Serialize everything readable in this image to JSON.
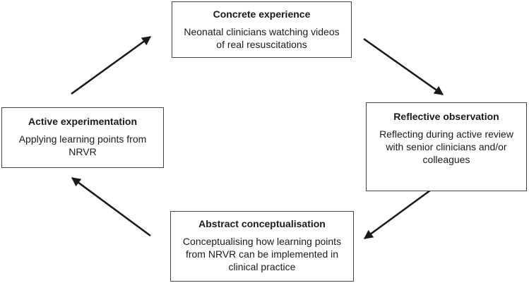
{
  "stages": {
    "concrete": {
      "title": "Concrete experience",
      "lines": [
        "Neonatal clinicians watching videos",
        "of real resuscitations"
      ]
    },
    "reflective": {
      "title": "Reflective observation",
      "lines": [
        "Reflecting during active review",
        "with senior clinicians and/or",
        "colleagues"
      ]
    },
    "abstract": {
      "title": "Abstract conceptualisation",
      "lines": [
        "Conceptualising how learning points",
        "from NRVR can be implemented in",
        "clinical practice"
      ]
    },
    "active": {
      "title": "Active experimentation",
      "lines": [
        "Applying learning points from",
        "NRVR"
      ]
    }
  },
  "colors": {
    "arrow": "#1a1a1a",
    "border": "#444444"
  }
}
